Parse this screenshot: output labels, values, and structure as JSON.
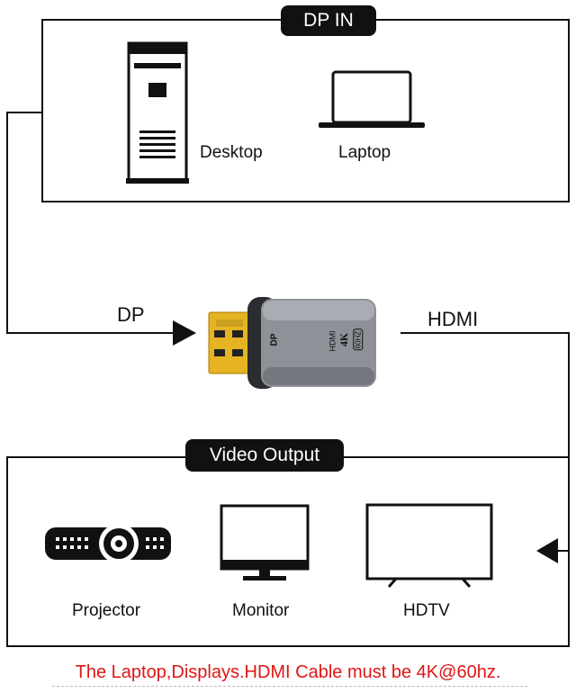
{
  "input_panel": {
    "title": "DP IN",
    "devices": [
      {
        "label": "Desktop"
      },
      {
        "label": "Laptop"
      }
    ]
  },
  "connectors": {
    "left_label": "DP",
    "right_label": "HDMI"
  },
  "adapter": {
    "side_text": "DP",
    "face_text": "HDMI",
    "resolution": "4K",
    "refresh": "60HZ"
  },
  "output_panel": {
    "title": "Video Output",
    "devices": [
      {
        "label": "Projector"
      },
      {
        "label": "Monitor"
      },
      {
        "label": "HDTV"
      }
    ]
  },
  "caption": "The Laptop,Displays.HDMI Cable must be 4K@60hz.",
  "colors": {
    "line": "#111111",
    "caption": "#e01515",
    "gold": "#e6b422",
    "adapter_body": "#8e9198"
  }
}
